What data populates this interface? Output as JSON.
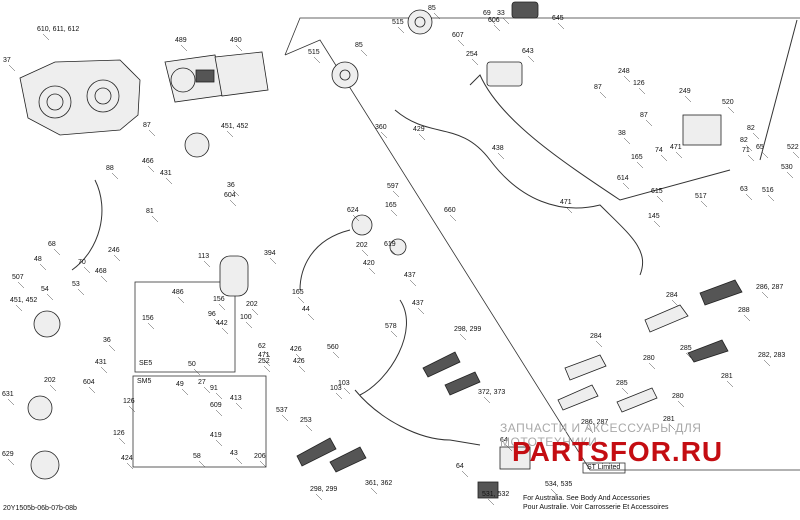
{
  "diagram_code": "20Y1505b-06b-07b-08b",
  "box_labels": {
    "se5": "SE5",
    "sm5": "SM5",
    "st_limited": "ST Limited"
  },
  "footer_notes": [
    "For Australia. See Body And Accessories",
    "Pour Australie. Voir Carrosserie Et Accessoires"
  ],
  "watermark": {
    "text": "PARTSFOR.RU",
    "subtitle": "ЗАПЧАСТИ И АКСЕССУАРЫ ДЛЯ МОТОТЕХНИКИ"
  },
  "colors": {
    "watermark": "#c40d12",
    "line": "#333333"
  },
  "callouts": [
    {
      "text": "610, 611, 612"
    },
    {
      "text": "37"
    },
    {
      "text": "87"
    },
    {
      "text": "489"
    },
    {
      "text": "490"
    },
    {
      "text": "451, 452"
    },
    {
      "text": "431"
    },
    {
      "text": "36"
    },
    {
      "text": "604"
    },
    {
      "text": "88"
    },
    {
      "text": "466"
    },
    {
      "text": "81"
    },
    {
      "text": "113"
    },
    {
      "text": "246"
    },
    {
      "text": "468"
    },
    {
      "text": "68"
    },
    {
      "text": "48"
    },
    {
      "text": "70"
    },
    {
      "text": "507"
    },
    {
      "text": "53"
    },
    {
      "text": "54"
    },
    {
      "text": "451, 452"
    },
    {
      "text": "36"
    },
    {
      "text": "431"
    },
    {
      "text": "202"
    },
    {
      "text": "604"
    },
    {
      "text": "631"
    },
    {
      "text": "629"
    },
    {
      "text": "486"
    },
    {
      "text": "156"
    },
    {
      "text": "156"
    },
    {
      "text": "96"
    },
    {
      "text": "442"
    },
    {
      "text": "50"
    },
    {
      "text": "49"
    },
    {
      "text": "27"
    },
    {
      "text": "91"
    },
    {
      "text": "126"
    },
    {
      "text": "609"
    },
    {
      "text": "413"
    },
    {
      "text": "126"
    },
    {
      "text": "419"
    },
    {
      "text": "424"
    },
    {
      "text": "58"
    },
    {
      "text": "43"
    },
    {
      "text": "206"
    },
    {
      "text": "515"
    },
    {
      "text": "85"
    },
    {
      "text": "515"
    },
    {
      "text": "85"
    },
    {
      "text": "606"
    },
    {
      "text": "607"
    },
    {
      "text": "69"
    },
    {
      "text": "33"
    },
    {
      "text": "645"
    },
    {
      "text": "254"
    },
    {
      "text": "643"
    },
    {
      "text": "360"
    },
    {
      "text": "429"
    },
    {
      "text": "597"
    },
    {
      "text": "165"
    },
    {
      "text": "438"
    },
    {
      "text": "660"
    },
    {
      "text": "471"
    },
    {
      "text": "614"
    },
    {
      "text": "615"
    },
    {
      "text": "145"
    },
    {
      "text": "87"
    },
    {
      "text": "248"
    },
    {
      "text": "126"
    },
    {
      "text": "38"
    },
    {
      "text": "249"
    },
    {
      "text": "520"
    },
    {
      "text": "87"
    },
    {
      "text": "82"
    },
    {
      "text": "82"
    },
    {
      "text": "165"
    },
    {
      "text": "74"
    },
    {
      "text": "471"
    },
    {
      "text": "517"
    },
    {
      "text": "71"
    },
    {
      "text": "65"
    },
    {
      "text": "63"
    },
    {
      "text": "522"
    },
    {
      "text": "530"
    },
    {
      "text": "516"
    },
    {
      "text": "624"
    },
    {
      "text": "202"
    },
    {
      "text": "619"
    },
    {
      "text": "394"
    },
    {
      "text": "420"
    },
    {
      "text": "437"
    },
    {
      "text": "437"
    },
    {
      "text": "165"
    },
    {
      "text": "202"
    },
    {
      "text": "44"
    },
    {
      "text": "100"
    },
    {
      "text": "62"
    },
    {
      "text": "471"
    },
    {
      "text": "578"
    },
    {
      "text": "298, 299"
    },
    {
      "text": "560"
    },
    {
      "text": "426"
    },
    {
      "text": "252"
    },
    {
      "text": "426"
    },
    {
      "text": "103"
    },
    {
      "text": "103"
    },
    {
      "text": "537"
    },
    {
      "text": "253"
    },
    {
      "text": "372, 373"
    },
    {
      "text": "284"
    },
    {
      "text": "286, 287"
    },
    {
      "text": "288"
    },
    {
      "text": "285"
    },
    {
      "text": "282, 283"
    },
    {
      "text": "284"
    },
    {
      "text": "285"
    },
    {
      "text": "280"
    },
    {
      "text": "281"
    },
    {
      "text": "280"
    },
    {
      "text": "281"
    },
    {
      "text": "286, 287"
    },
    {
      "text": "298, 299"
    },
    {
      "text": "361, 362"
    },
    {
      "text": "64"
    },
    {
      "text": "64"
    },
    {
      "text": "534, 535"
    },
    {
      "text": "531, 532"
    }
  ]
}
